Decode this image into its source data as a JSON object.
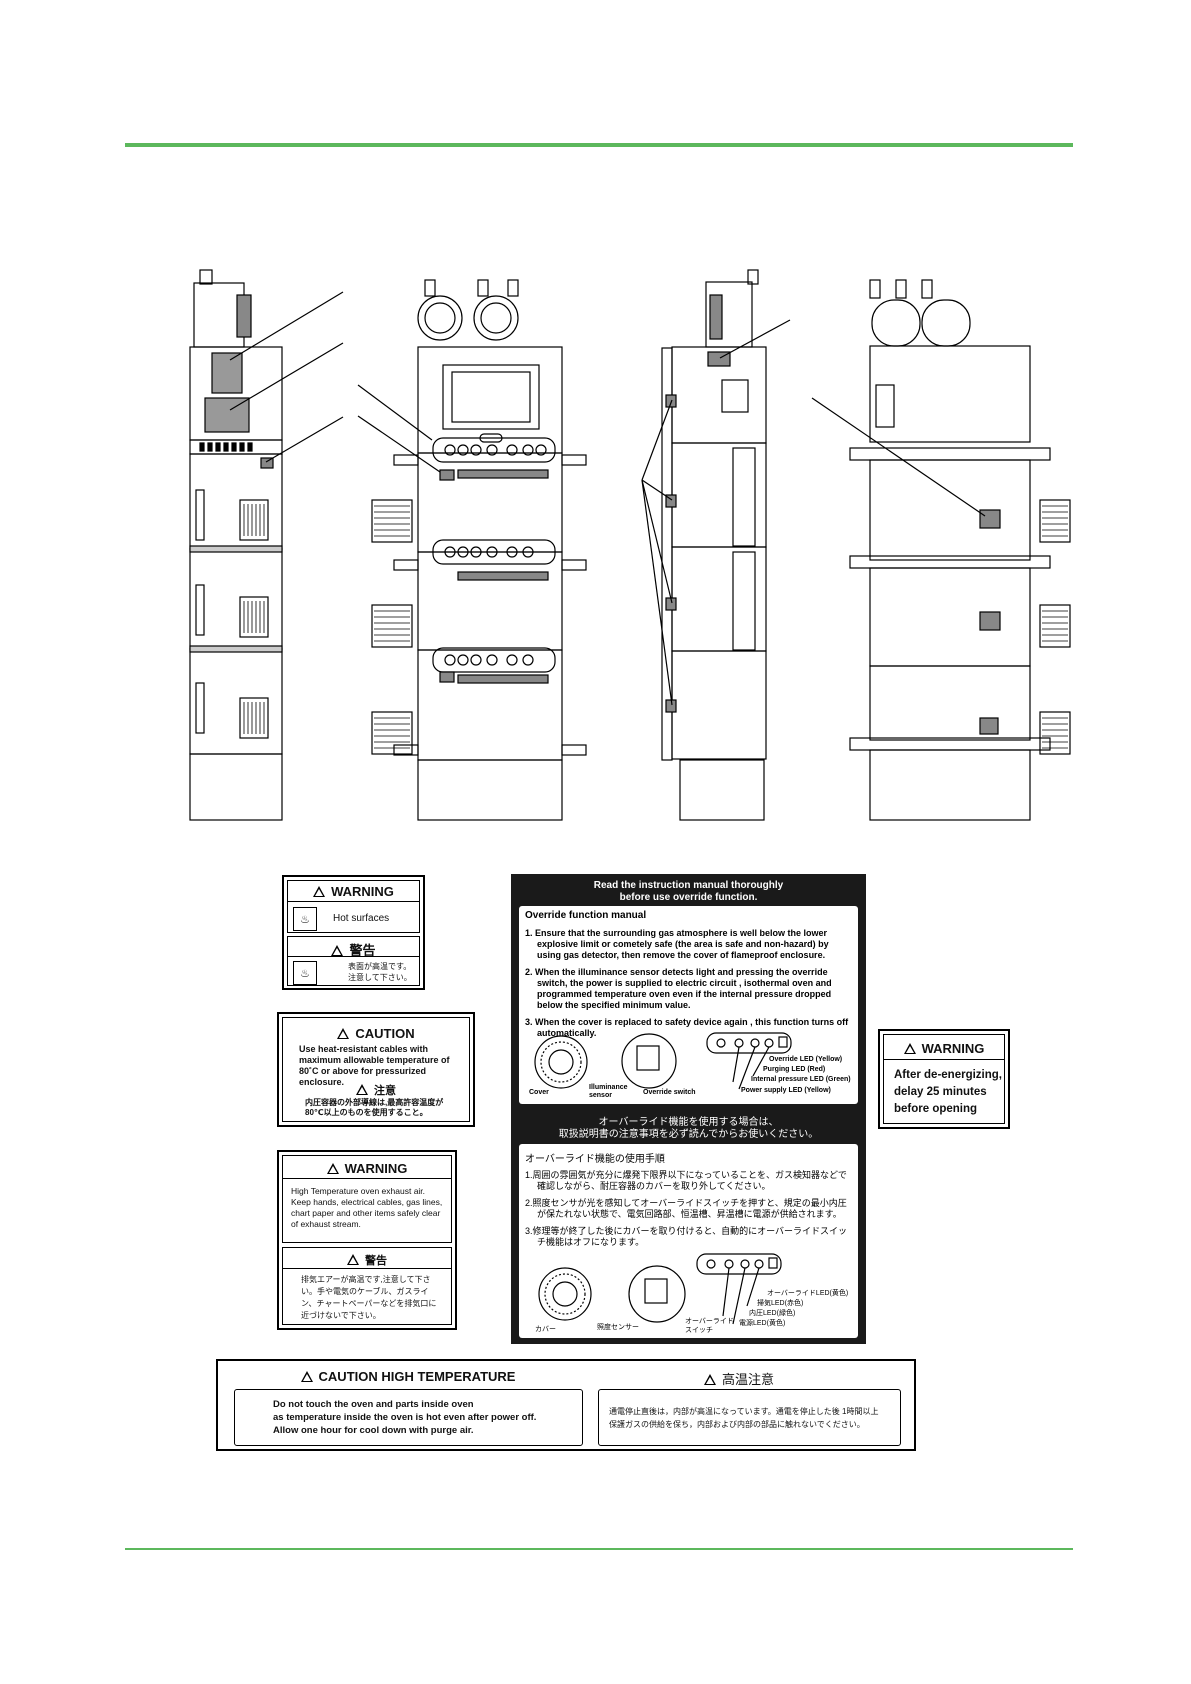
{
  "colors": {
    "rule": "#5cb85c",
    "ink": "#000000",
    "panel_dark": "#1a1a1a"
  },
  "warning_hot": {
    "title_en": "WARNING",
    "text_en": "Hot surfaces",
    "title_ja": "警告",
    "text_ja_1": "表面が高温です。",
    "text_ja_2": "注意して下さい。",
    "icon": "hot-surface-icon"
  },
  "caution_cable": {
    "title_en": "CAUTION",
    "text_en": "Use heat-resistant cables with maximum allowable temperature of 80˚C or above for pressurized enclosure.",
    "title_ja": "注意",
    "text_ja": "内圧容器の外部導線は,最高許容温度が80℃以上のものを使用すること。"
  },
  "warning_exhaust": {
    "title_en": "WARNING",
    "text_en": "High Temperature oven exhaust air. Keep hands, electrical cables, gas lines, chart paper and other items safely clear of exhaust stream.",
    "title_ja": "警告",
    "text_ja": "排気エアーが高温です,注意して下さい。手や電気のケーブル、ガスライン、チャートペーパーなどを排気口に近づけないで下さい。"
  },
  "override": {
    "header_1": "Read the instruction manual thoroughly",
    "header_2": "before use override function.",
    "en_title": "Override function manual",
    "en_steps": [
      "1. Ensure that the surrounding gas atmosphere is well below the lower explosive limit or cometely safe (the area is safe and non-hazard) by using gas detector, then remove the cover of flameproof enclosure.",
      "2. When the  illuminance sensor detects light and pressing the override switch, the power is supplied to electric circuit , isothermal oven and programmed temperature oven even if the internal pressure dropped below the specified minimum value.",
      "3. When the cover is replaced to safety device again , this function turns off automatically."
    ],
    "en_labels": {
      "cover": "Cover",
      "sensor": "Illuminance sensor",
      "switch": "Override switch",
      "led1": "Override LED (Yellow)",
      "led2": "Purging LED (Red)",
      "led3": "Internal pressure LED (Green)",
      "led4": "Power supply LED (Yellow)"
    },
    "ja_header_1": "オーバーライド機能を使用する場合は、",
    "ja_header_2": "取扱説明書の注意事項を必ず読んでからお使いください。",
    "ja_title": "オーバーライド機能の使用手順",
    "ja_steps": [
      "1.周囲の雰囲気が充分に爆発下限界以下になっていることを、ガス検知器などで確認しながら、耐圧容器のカバーを取り外してください。",
      "2.照度センサが光を感知してオーバーライドスイッチを押すと、規定の最小内圧が保たれない状態で、電気回路部、恒温槽、昇温槽に電源が供給されます。",
      "3.修理等が終了した後にカバーを取り付けると、自動的にオーバーライドスイッチ機能はオフになります。"
    ],
    "ja_labels": {
      "cover": "カバー",
      "sensor": "照度センサー",
      "switch_1": "オーバーライド",
      "switch_2": "スイッチ",
      "led1": "オーバーライドLED(黄色)",
      "led2": "掃気LED(赤色)",
      "led3": "内圧LED(緑色)",
      "led4": "電源LED(黄色)"
    }
  },
  "warning_delay": {
    "title": "WARNING",
    "text_1": "After de-energizing,",
    "text_2": "delay 25 minutes",
    "text_3": "before opening"
  },
  "caution_high": {
    "title_en": "CAUTION HIGH TEMPERATURE",
    "title_ja": "高温注意",
    "text_en_1": "Do not touch the oven and parts inside oven",
    "text_en_2": "as temperature inside the oven is hot even after power off.",
    "text_en_3": "Allow one hour for cool down with purge air.",
    "text_ja_1": "通電停止直後は，内部が高温になっています。通電を停止した後 1時間以上",
    "text_ja_2": "保護ガスの供給を保ち，内部および内部の部品に触れないでください。"
  }
}
